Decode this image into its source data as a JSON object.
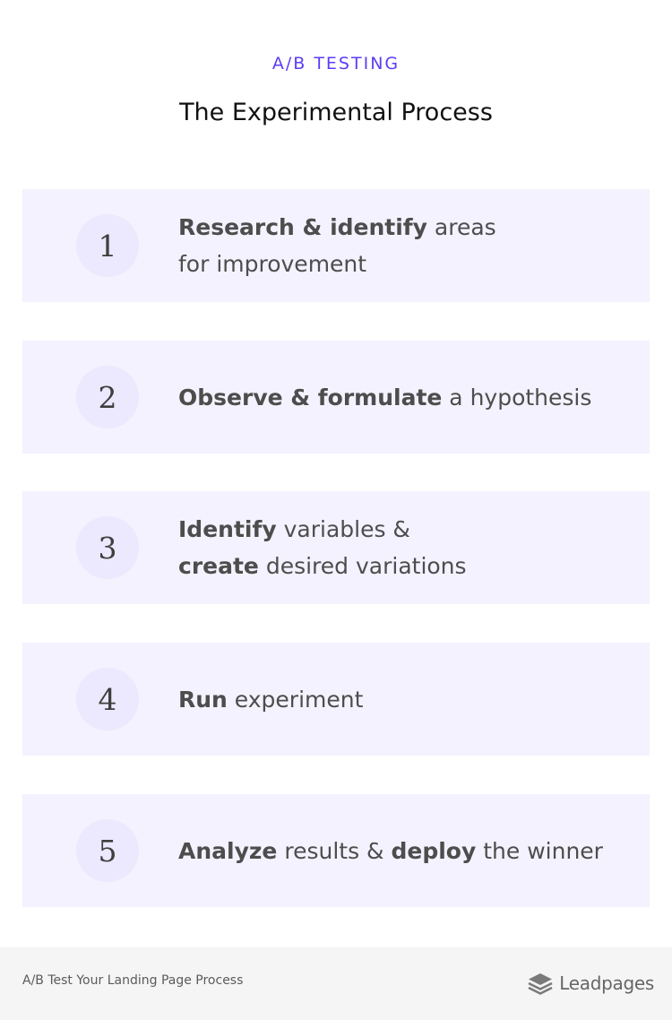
{
  "header": {
    "eyebrow": "A/B TESTING",
    "title": "The Experimental Process"
  },
  "steps": [
    {
      "number": "1",
      "line1_bold": "Research & identify",
      "line1_rest": " areas",
      "line2_bold": "",
      "line2_rest": "for improvement"
    },
    {
      "number": "2",
      "line1_bold": "Observe & formulate",
      "line1_rest": " a hypothesis",
      "line2_bold": "",
      "line2_rest": ""
    },
    {
      "number": "3",
      "line1_bold": "Identify",
      "line1_rest": " variables &",
      "line2_bold": "create",
      "line2_rest": " desired variations"
    },
    {
      "number": "4",
      "line1_bold": "Run",
      "line1_rest": " experiment",
      "line2_bold": "",
      "line2_rest": ""
    },
    {
      "number": "5",
      "line1_bold": "Analyze",
      "line1_rest": " results & ",
      "line1_bold2": "deploy",
      "line1_rest2": " the winner",
      "line2_bold": "",
      "line2_rest": ""
    }
  ],
  "footer": {
    "caption": "A/B Test Your Landing Page Process",
    "logo_text": "Leadpages",
    "logo_icon": "stacked-layers-icon"
  },
  "colors": {
    "accent": "#5b3df5",
    "card_bg": "#f4f2fe",
    "circle_bg": "#ece8fd",
    "footer_bg": "#f5f5f5"
  }
}
